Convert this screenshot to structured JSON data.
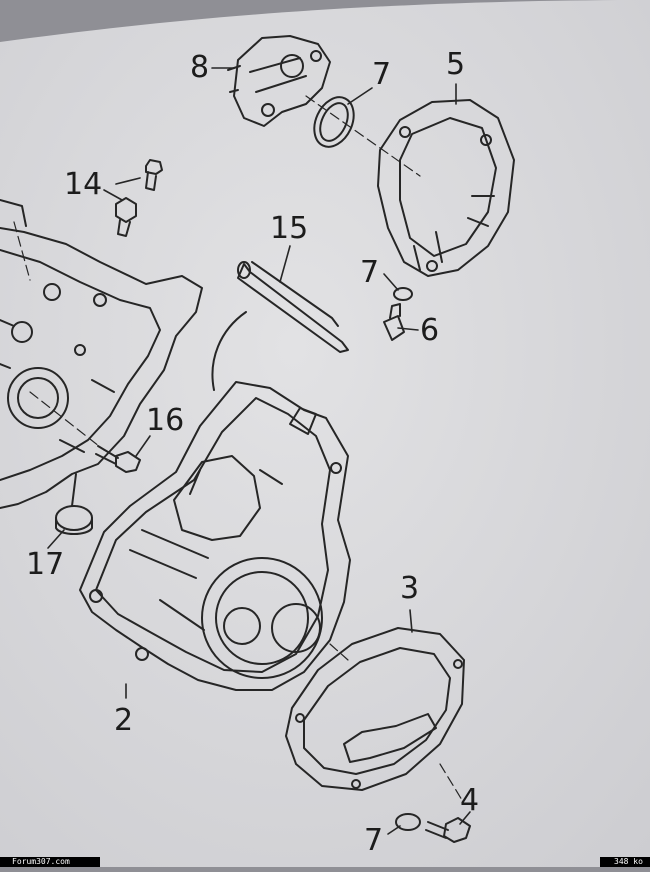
{
  "diagram": {
    "type": "exploded-parts-diagram",
    "callouts": {
      "c2": "2",
      "c3": "3",
      "c4": "4",
      "c5": "5",
      "c6": "6",
      "c7a": "7",
      "c7b": "7",
      "c7c": "7",
      "c8": "8",
      "c14": "14",
      "c15": "15",
      "c16": "16",
      "c17": "17"
    }
  },
  "footer": {
    "source": "Forum307.com",
    "filesize": "348 ko"
  },
  "colors": {
    "paper": "#dcdcde",
    "ink": "#262626",
    "shadow": "#8f8f95"
  }
}
